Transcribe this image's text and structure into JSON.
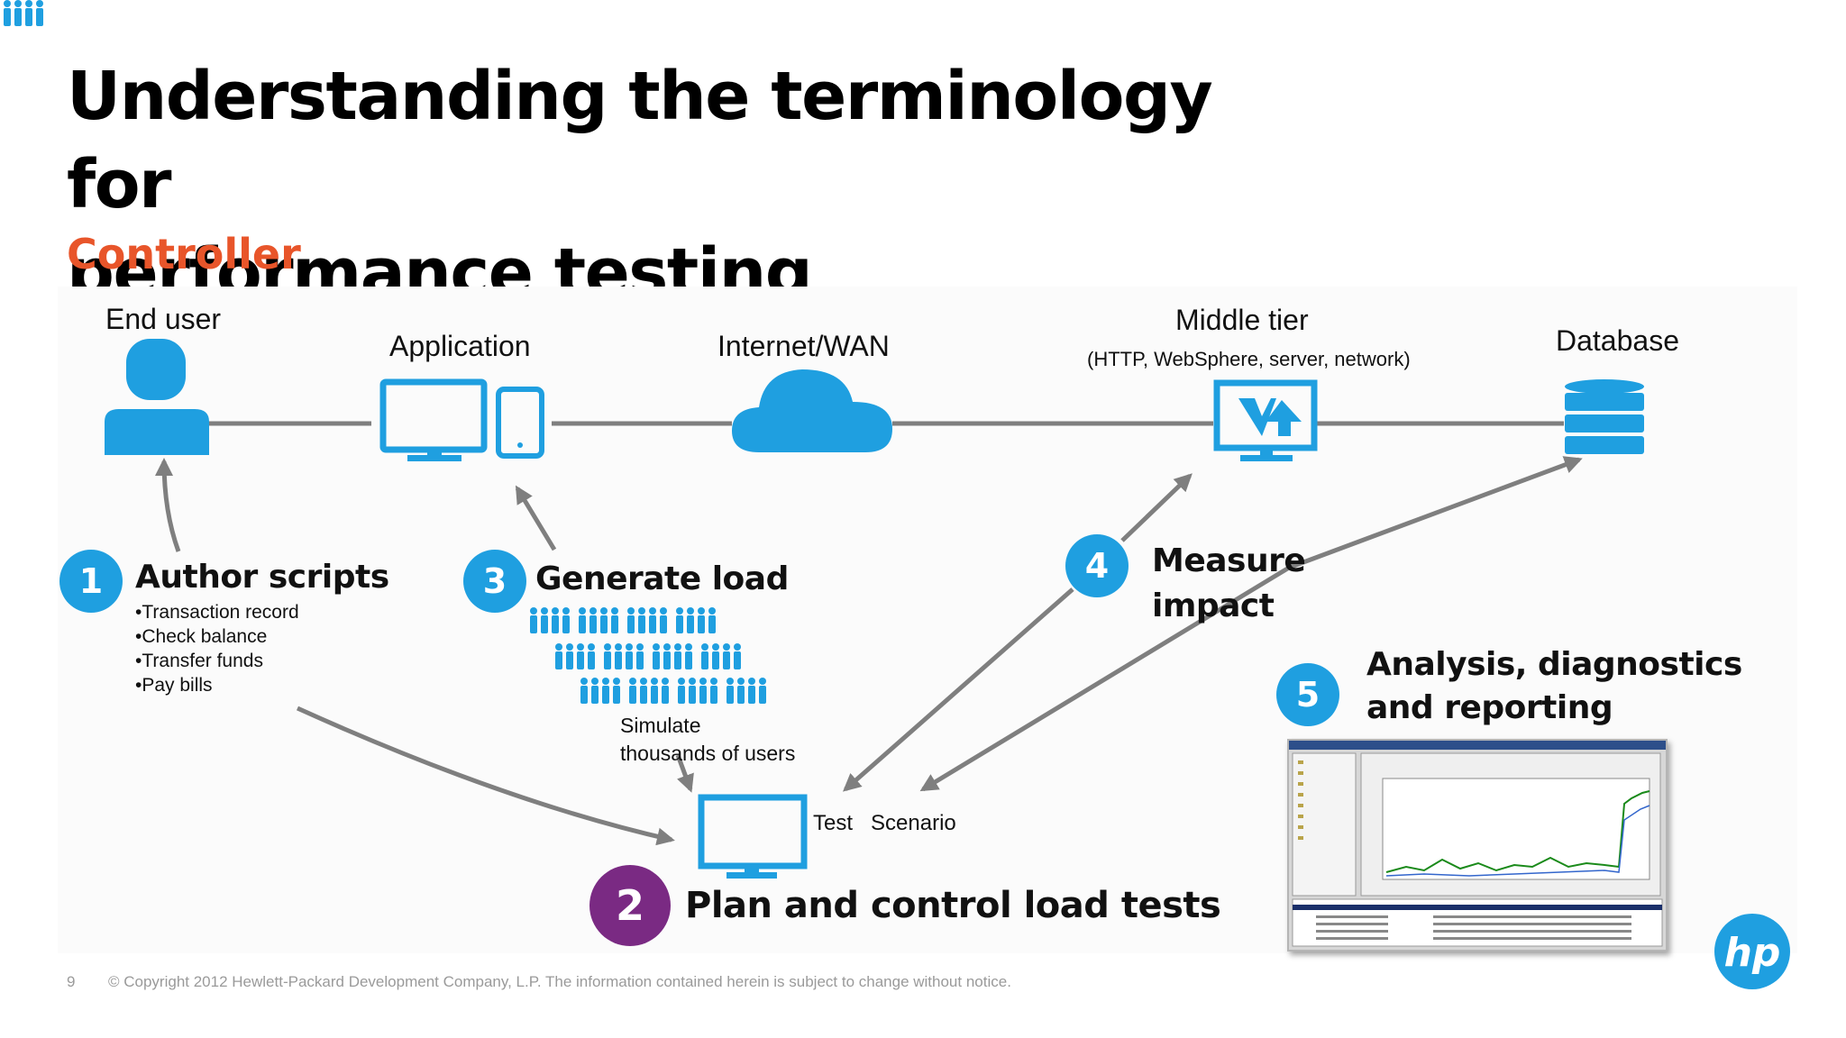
{
  "slide": {
    "title_line1": "Understanding the terminology for",
    "title_line2": "performance testing",
    "subtitle": "Controller"
  },
  "nodes": {
    "end_user": "End user",
    "application": "Application",
    "internet": "Internet/WAN",
    "middle_tier": "Middle tier",
    "middle_tier_detail": "(HTTP, WebSphere, server, network)",
    "database": "Database"
  },
  "steps": [
    {
      "number": "1",
      "title": "Author scripts",
      "bullets": [
        "Transaction record",
        "Check balance",
        "Transfer funds",
        "Pay bills"
      ]
    },
    {
      "number": "2",
      "title": "Plan and control load tests"
    },
    {
      "number": "3",
      "title": "Generate load",
      "caption_line1": "Simulate",
      "caption_line2": "thousands of users"
    },
    {
      "number": "4",
      "title_line1": "Measure",
      "title_line2": "impact"
    },
    {
      "number": "5",
      "title_line1": "Analysis,  diagnostics",
      "title_line2": "and reporting"
    }
  ],
  "test_scenario": {
    "word1": "Test",
    "word2": "Scenario"
  },
  "footer": {
    "page_number": "9",
    "copyright": "© Copyright 2012 Hewlett-Packard Development Company, L.P.  The information contained herein is subject to change without notice."
  },
  "logo": {
    "text": "hp"
  },
  "colors": {
    "icon_blue": "#1f9fe0",
    "accent_orange": "#e8552a",
    "step2_purple": "#7a2a83",
    "connector_gray": "#7f7f7f"
  },
  "icons": [
    "person-icon",
    "monitor-icon",
    "tablet-icon",
    "cloud-icon",
    "server-monitor-icon",
    "database-icon",
    "crowd-icon",
    "test-monitor-icon",
    "hp-logo"
  ]
}
